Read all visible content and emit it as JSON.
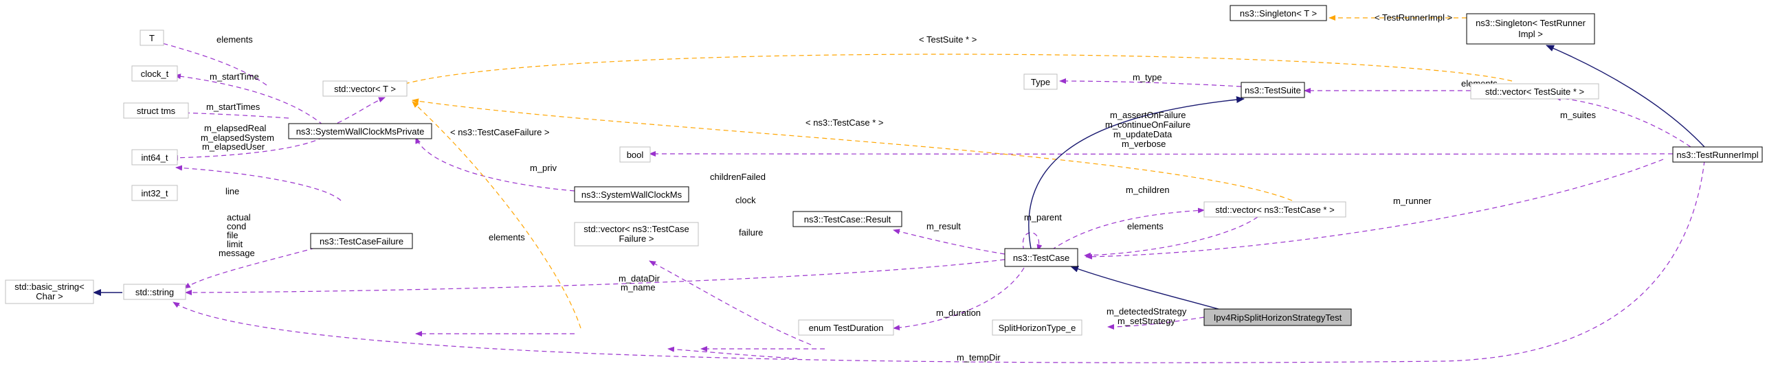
{
  "colors": {
    "usage_edge": "#9a32cd",
    "template_edge": "#ffa500",
    "inheritance_edge": "#191970",
    "highlight_fill": "#bfbfbf",
    "gray_border": "#bfbfbf"
  },
  "nodes": {
    "T": "T",
    "clock_t": "clock_t",
    "struct_tms": "struct tms",
    "int64_t": "int64_t",
    "int32_t": "int32_t",
    "basic_string_1": "std::basic_string<",
    "basic_string_2": "Char >",
    "std_string": "std::string",
    "std_vector_T": "std::vector< T >",
    "system_wall_clock_ms_private": "ns3::SystemWallClockMsPrivate",
    "test_case_failure": "ns3::TestCaseFailure",
    "bool": "bool",
    "system_wall_clock_ms": "ns3::SystemWallClockMs",
    "vector_failure_1": "std::vector< ns3::TestCase",
    "vector_failure_2": "Failure >",
    "test_case_result": "ns3::TestCase::Result",
    "enum_test_duration": "enum TestDuration",
    "split_horizon_type_e": "SplitHorizonType_e",
    "type": "Type",
    "test_suite": "ns3::TestSuite",
    "test_case": "ns3::TestCase",
    "vector_test_case": "std::vector< ns3::TestCase * >",
    "ipv4_rip_test": "Ipv4RipSplitHorizonStrategyTest",
    "singleton_T": "ns3::Singleton< T >",
    "singleton_runner_1": "ns3::Singleton< TestRunner",
    "singleton_runner_2": "Impl >",
    "vector_test_suite": "std::vector< TestSuite * >",
    "test_runner_impl": "ns3::TestRunnerImpl"
  },
  "edge_labels": {
    "elements_T": "elements",
    "m_start_time": "m_startTime",
    "m_start_times": "m_startTimes",
    "m_elapsed_real": "m_elapsedReal",
    "m_elapsed_system": "m_elapsedSystem",
    "m_elapsed_user": "m_elapsedUser",
    "test_suite_ptr": "< TestSuite * >",
    "test_case_failure_tmpl": "< ns3::TestCaseFailure >",
    "test_case_ptr": "< ns3::TestCase * >",
    "test_runner_impl_tmpl": "< TestRunnerImpl >",
    "m_priv": "m_priv",
    "line": "line",
    "actual": "actual",
    "cond": "cond",
    "file": "file",
    "limit": "limit",
    "message": "message",
    "elements_failure": "elements",
    "children_failed": "childrenFailed",
    "clock": "clock",
    "failure": "failure",
    "m_result": "m_result",
    "m_type": "m_type",
    "elements_suites": "elements",
    "m_assert_on_failure": "m_assertOnFailure",
    "m_continue_on_failure": "m_continueOnFailure",
    "m_update_data": "m_updateData",
    "m_verbose": "m_verbose",
    "m_suites": "m_suites",
    "m_parent": "m_parent",
    "m_children": "m_children",
    "elements_cases": "elements",
    "m_runner": "m_runner",
    "m_data_dir": "m_dataDir",
    "m_name": "m_name",
    "m_duration": "m_duration",
    "m_detected_strategy": "m_detectedStrategy",
    "m_set_strategy": "m_setStrategy",
    "m_temp_dir": "m_tempDir"
  }
}
